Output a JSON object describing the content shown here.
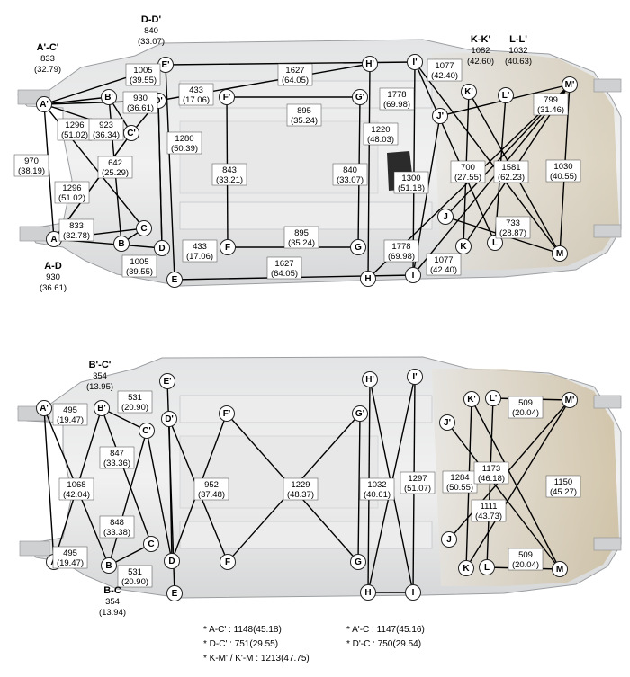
{
  "headers": [
    {
      "id": "h-dd",
      "title": "D-D'",
      "value": "840",
      "inch": "(33.07)"
    },
    {
      "id": "h-ac",
      "title": "A'-C'",
      "value": "833",
      "inch": "(32.79)"
    },
    {
      "id": "h-kk",
      "title": "K-K'",
      "value": "1082",
      "inch": "(42.60)"
    },
    {
      "id": "h-ll",
      "title": "L-L'",
      "value": "1032",
      "inch": "(40.63)"
    },
    {
      "id": "h-ad",
      "title": "A-D",
      "value": "930",
      "inch": "(36.61)"
    },
    {
      "id": "h-bc2",
      "title": "B'-C'",
      "value": "354",
      "inch": "(13.95)"
    },
    {
      "id": "h-bc",
      "title": "B-C",
      "value": "354",
      "inch": "(13.94)"
    }
  ],
  "measurements_top": [
    {
      "id": "t1",
      "value": "1005",
      "inch": "(39.55)"
    },
    {
      "id": "t2",
      "value": "433",
      "inch": "(17.06)"
    },
    {
      "id": "t3",
      "value": "1627",
      "inch": "(64.05)"
    },
    {
      "id": "t4",
      "value": "1077",
      "inch": "(42.40)"
    },
    {
      "id": "t5",
      "value": "930",
      "inch": "(36.61)"
    },
    {
      "id": "t6",
      "value": "895",
      "inch": "(35.24)"
    },
    {
      "id": "t7",
      "value": "1778",
      "inch": "(69.98)"
    },
    {
      "id": "t8",
      "value": "799",
      "inch": "(31.46)"
    },
    {
      "id": "t9",
      "value": "1296",
      "inch": "(51.02)"
    },
    {
      "id": "t10",
      "value": "923",
      "inch": "(36.34)"
    },
    {
      "id": "t11",
      "value": "1280",
      "inch": "(50.39)"
    },
    {
      "id": "t12",
      "value": "1220",
      "inch": "(48.03)"
    },
    {
      "id": "t13",
      "value": "970",
      "inch": "(38.19)"
    },
    {
      "id": "t14",
      "value": "642",
      "inch": "(25.29)"
    },
    {
      "id": "t15",
      "value": "843",
      "inch": "(33.21)"
    },
    {
      "id": "t16",
      "value": "840",
      "inch": "(33.07)"
    },
    {
      "id": "t17",
      "value": "700",
      "inch": "(27.55)"
    },
    {
      "id": "t18",
      "value": "1581",
      "inch": "(62.23)"
    },
    {
      "id": "t19",
      "value": "1030",
      "inch": "(40.55)"
    },
    {
      "id": "t20",
      "value": "1300",
      "inch": "(51.18)"
    },
    {
      "id": "t21",
      "value": "1296",
      "inch": "(51.02)"
    },
    {
      "id": "t22",
      "value": "833",
      "inch": "(32.78)"
    },
    {
      "id": "t23",
      "value": "895",
      "inch": "(35.24)"
    },
    {
      "id": "t24",
      "value": "733",
      "inch": "(28.87)"
    },
    {
      "id": "t25",
      "value": "433",
      "inch": "(17.06)"
    },
    {
      "id": "t26",
      "value": "1778",
      "inch": "(69.98)"
    },
    {
      "id": "t27",
      "value": "1005",
      "inch": "(39.55)"
    },
    {
      "id": "t28",
      "value": "1627",
      "inch": "(64.05)"
    },
    {
      "id": "t29",
      "value": "1077",
      "inch": "(42.40)"
    }
  ],
  "measurements_bottom": [
    {
      "id": "b1",
      "value": "531",
      "inch": "(20.90)"
    },
    {
      "id": "b2",
      "value": "495",
      "inch": "(19.47)"
    },
    {
      "id": "b3",
      "value": "509",
      "inch": "(20.04)"
    },
    {
      "id": "b4",
      "value": "847",
      "inch": "(33.36)"
    },
    {
      "id": "b5",
      "value": "1068",
      "inch": "(42.04)"
    },
    {
      "id": "b6",
      "value": "952",
      "inch": "(37.48)"
    },
    {
      "id": "b7",
      "value": "1229",
      "inch": "(48.37)"
    },
    {
      "id": "b8",
      "value": "1032",
      "inch": "(40.61)"
    },
    {
      "id": "b9",
      "value": "1297",
      "inch": "(51.07)"
    },
    {
      "id": "b10",
      "value": "1284",
      "inch": "(50.55)"
    },
    {
      "id": "b11",
      "value": "1173",
      "inch": "(46.18)"
    },
    {
      "id": "b12",
      "value": "1150",
      "inch": "(45.27)"
    },
    {
      "id": "b13",
      "value": "1111",
      "inch": "(43.73)"
    },
    {
      "id": "b14",
      "value": "848",
      "inch": "(33.38)"
    },
    {
      "id": "b15",
      "value": "495",
      "inch": "(19.47)"
    },
    {
      "id": "b16",
      "value": "531",
      "inch": "(20.90)"
    },
    {
      "id": "b17",
      "value": "509",
      "inch": "(20.04)"
    }
  ],
  "footnotes": {
    "line1a": "* A-C' : 1148(45.18)",
    "line1b": "* A'-C : 1147(45.16)",
    "line2a": "* D-C' : 751(29.55)",
    "line2b": "* D'-C : 750(29.54)",
    "line3": "* K-M' / K'-M : 1213(47.75)"
  },
  "points": [
    "A'",
    "B'",
    "C'",
    "D'",
    "E'",
    "F'",
    "G'",
    "H'",
    "I'",
    "J'",
    "K'",
    "L'",
    "M'",
    "A",
    "B",
    "C",
    "D",
    "E",
    "F",
    "G",
    "H",
    "I",
    "J",
    "K",
    "L",
    "M"
  ],
  "colors": {
    "body": "#d9dadb",
    "body_edge": "#9c9fa2",
    "rear": "#cdbfa3",
    "line": "#000000"
  }
}
